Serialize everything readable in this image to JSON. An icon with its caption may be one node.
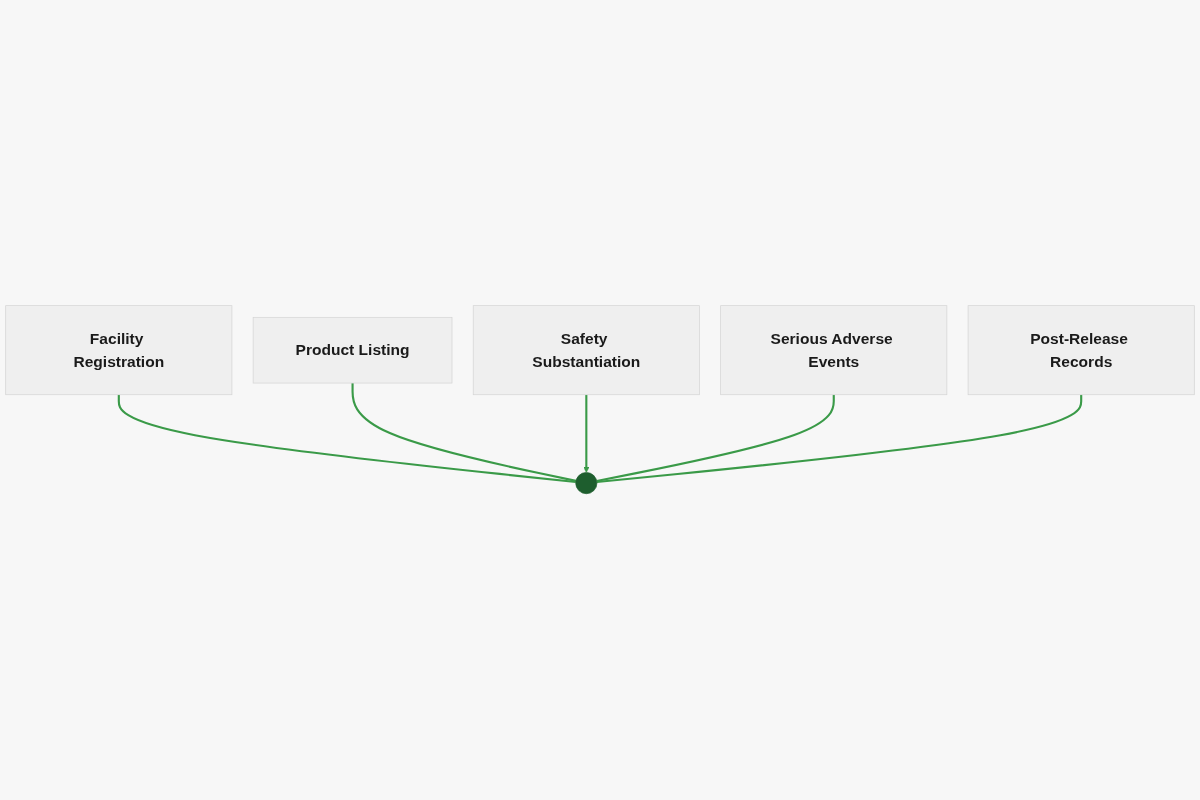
{
  "diagram": {
    "nodes": [
      {
        "text": [
          "Facility Registration"
        ]
      },
      {
        "text": [
          "Product Listing"
        ]
      },
      {
        "text": [
          "Safety Substantiation"
        ]
      },
      {
        "text": [
          "Serious Adverse Events"
        ]
      },
      {
        "text": [
          "Post-Release Records"
        ]
      },
      {
        "text": [],
        "shape": "circle"
      }
    ],
    "edges": [
      {
        "from": 0,
        "to": 5,
        "arrow": "none"
      },
      {
        "from": 1,
        "to": 5,
        "arrow": "none"
      },
      {
        "from": 2,
        "to": 5,
        "arrow": "to"
      },
      {
        "from": 3,
        "to": 5,
        "arrow": "none"
      },
      {
        "from": 4,
        "to": 5,
        "arrow": "none"
      }
    ]
  }
}
